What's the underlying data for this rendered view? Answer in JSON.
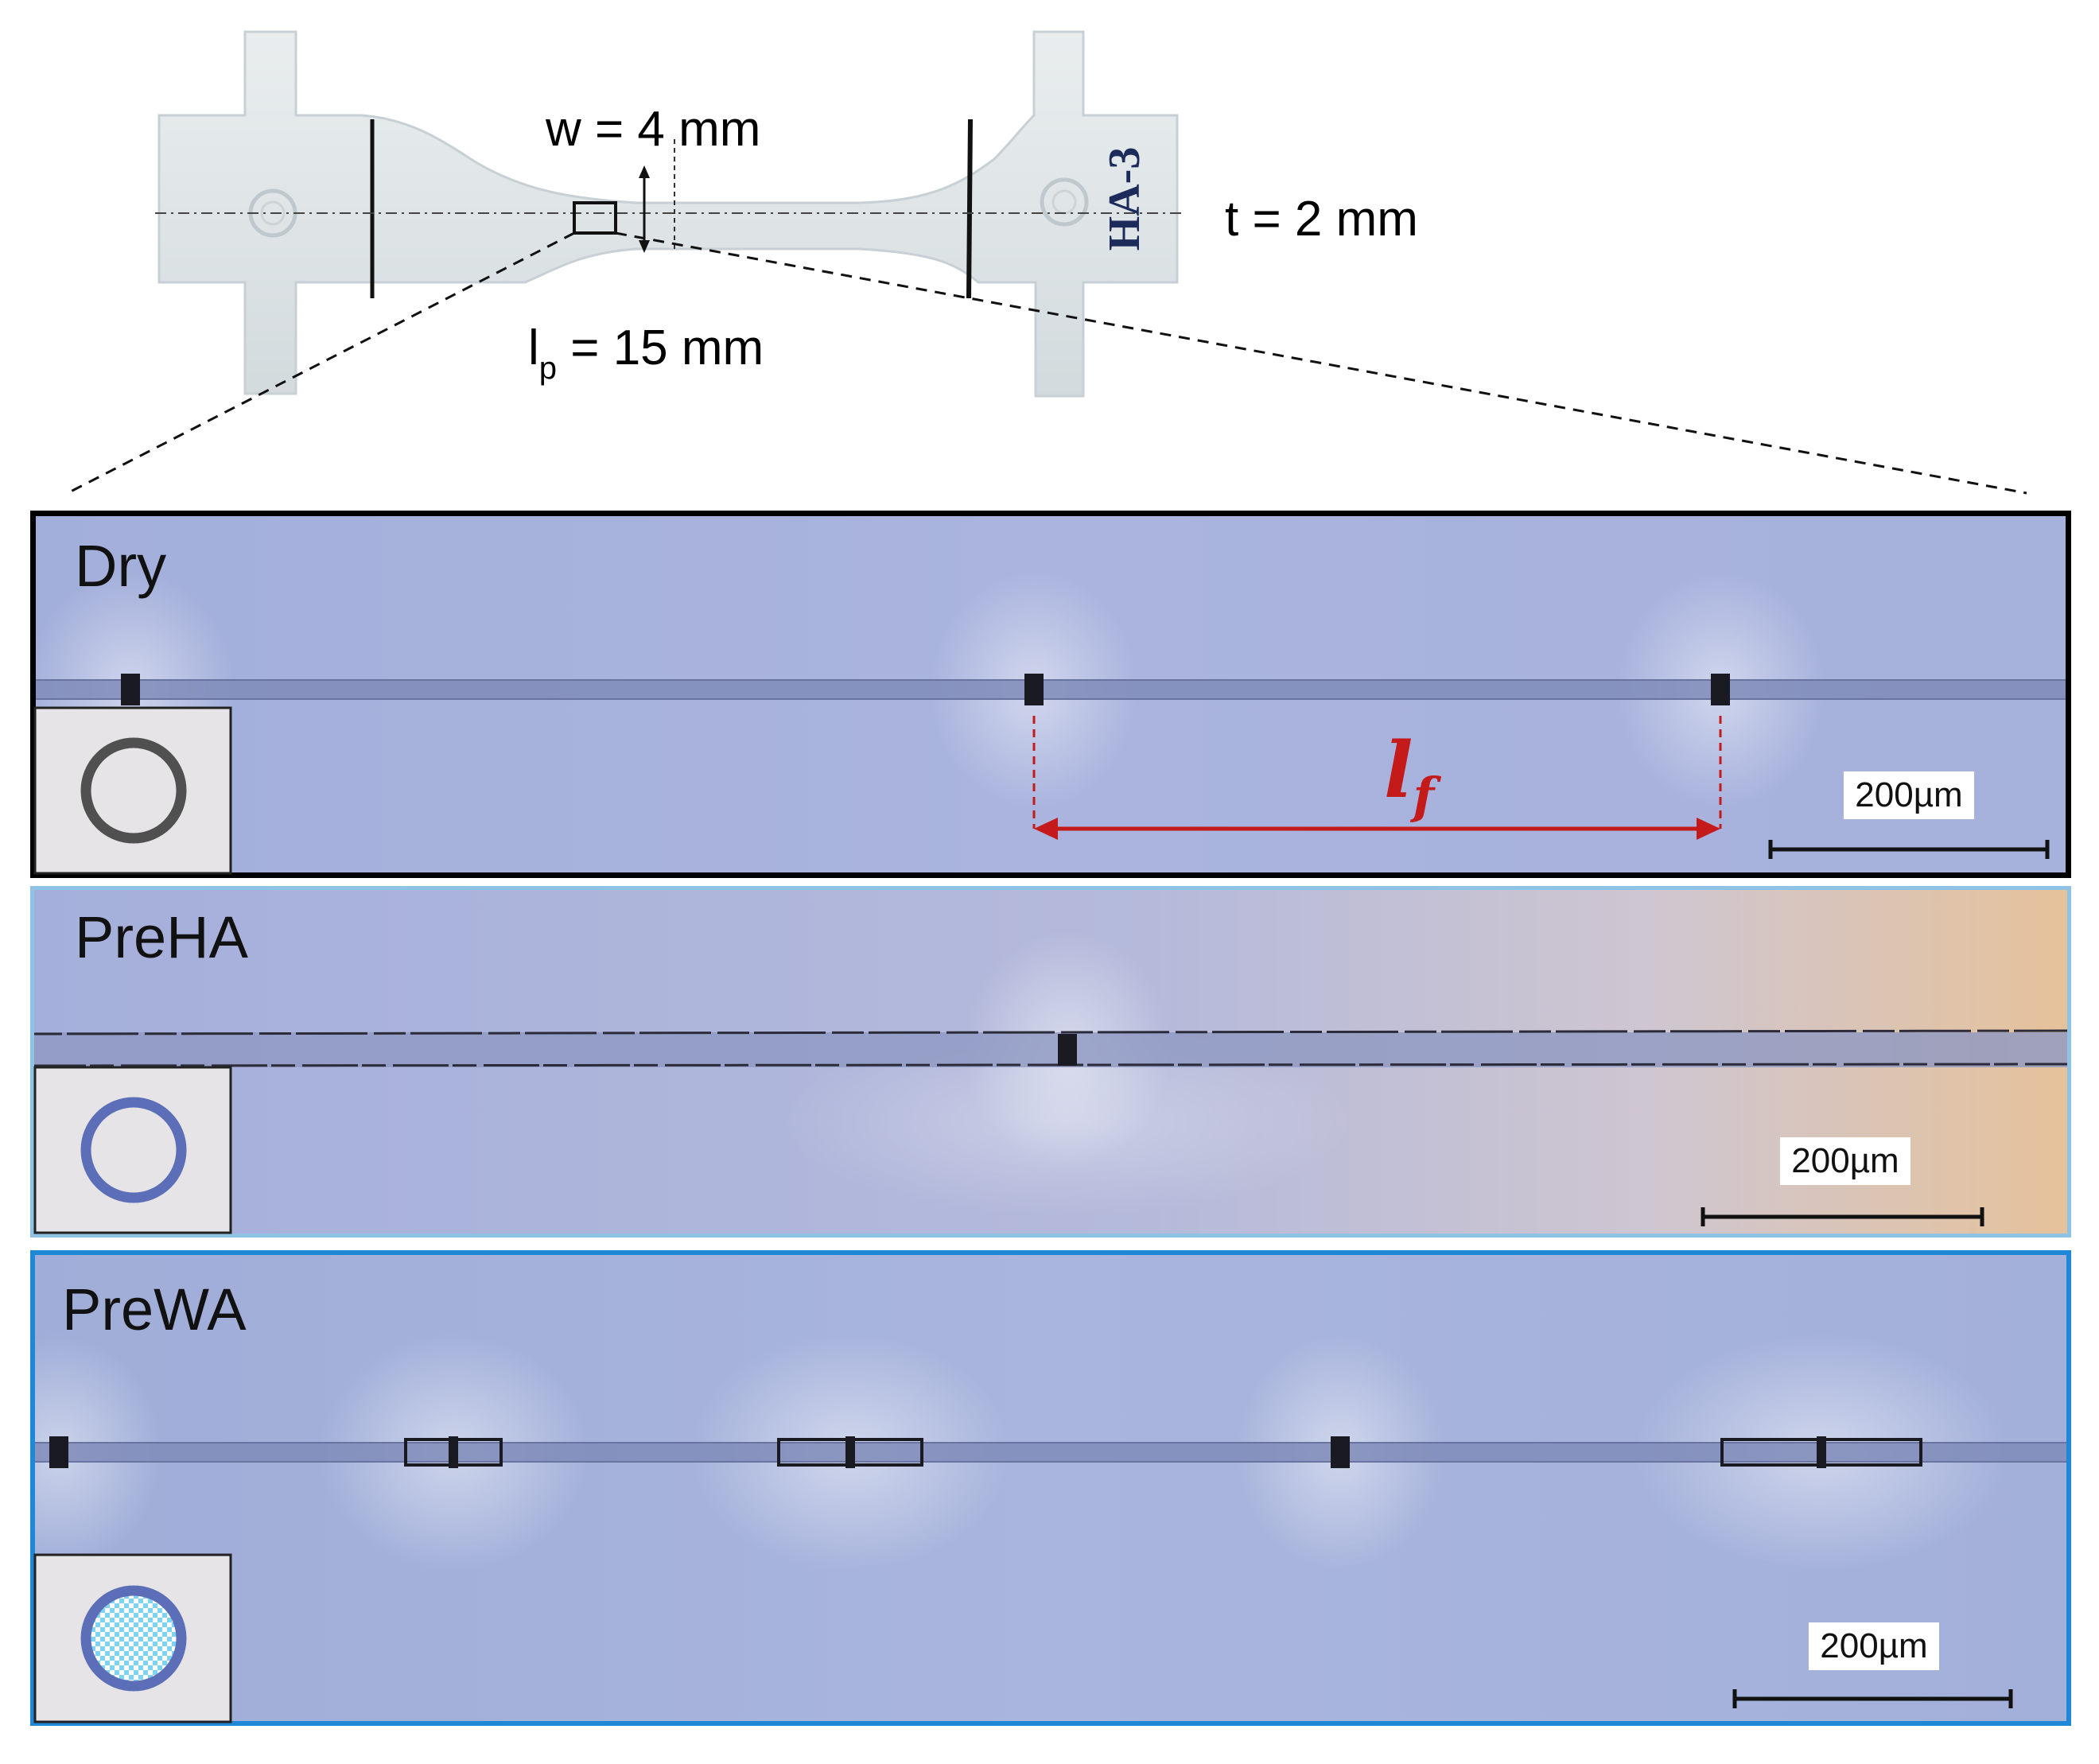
{
  "specimen": {
    "width_label": "w = 4 mm",
    "thickness_label": "t = 2 mm",
    "length_label_base": "l",
    "length_label_sub": "p",
    "length_label_rest": " = 15 mm",
    "handwritten_label": "HA-3"
  },
  "panels": [
    {
      "label": "Dry",
      "scale_label": "200µm",
      "border_color": "#000000",
      "fiber": "dry"
    },
    {
      "label": "PreHA",
      "scale_label": "200µm",
      "border_color": "#8fc3e6",
      "fiber": "preha"
    },
    {
      "label": "PreWA",
      "scale_label": "200µm",
      "border_color": "#1e88d6",
      "fiber": "prewa"
    }
  ],
  "annotation": {
    "symbol_base": "l",
    "symbol_sub": "f",
    "color": "#c41a1a"
  },
  "colors": {
    "micro_bg": "#a7b2dc",
    "ring_dry": "#505050",
    "ring_wet": "#5d6eb8",
    "checker": "#7fd3f2"
  }
}
